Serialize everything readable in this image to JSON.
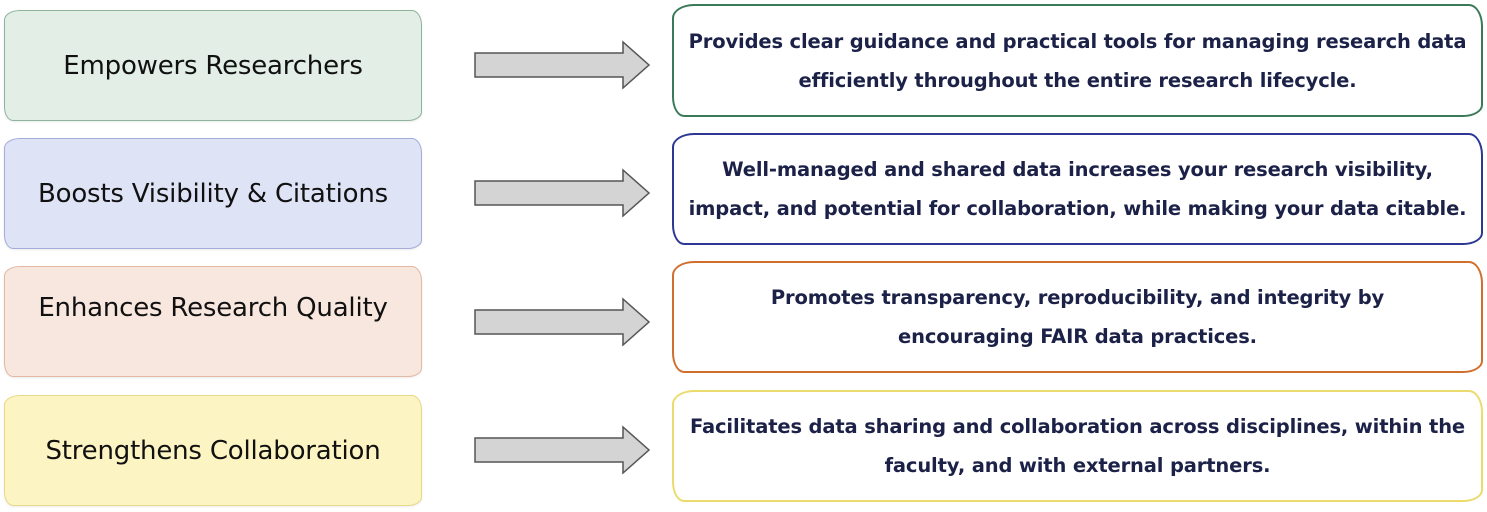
{
  "rows": [
    {
      "label": "Empowers Researchers",
      "description": "Provides clear guidance and practical tools for managing research data efficiently throughout the entire research lifecycle.",
      "fill_color": "#e2eee6",
      "border_color": "#8fb49c",
      "desc_border_color": "#3b7a59"
    },
    {
      "label": "Boosts Visibility & Citations",
      "description": "Well-managed and shared data increases your research visibility, impact, and potential for collaboration, while making your data citable.",
      "fill_color": "#dfe3f6",
      "border_color": "#a4acd9",
      "desc_border_color": "#2c3894"
    },
    {
      "label": "Enhances Research Quality",
      "description": "Promotes transparency, reproducibility, and integrity by encouraging FAIR data practices.",
      "fill_color": "#f8e7de",
      "border_color": "#e2b9a1",
      "desc_border_color": "#d0702e"
    },
    {
      "label": "Strengthens Collaboration",
      "description": "Facilitates data sharing and collaboration across disciplines, within the faculty, and with external partners.",
      "fill_color": "#fcf4c3",
      "border_color": "#e6d987",
      "desc_border_color": "#eadb6c"
    }
  ],
  "arrow": {
    "fill_color": "#d4d4d4",
    "border_color": "#555555",
    "icon": "right-arrow-icon"
  }
}
